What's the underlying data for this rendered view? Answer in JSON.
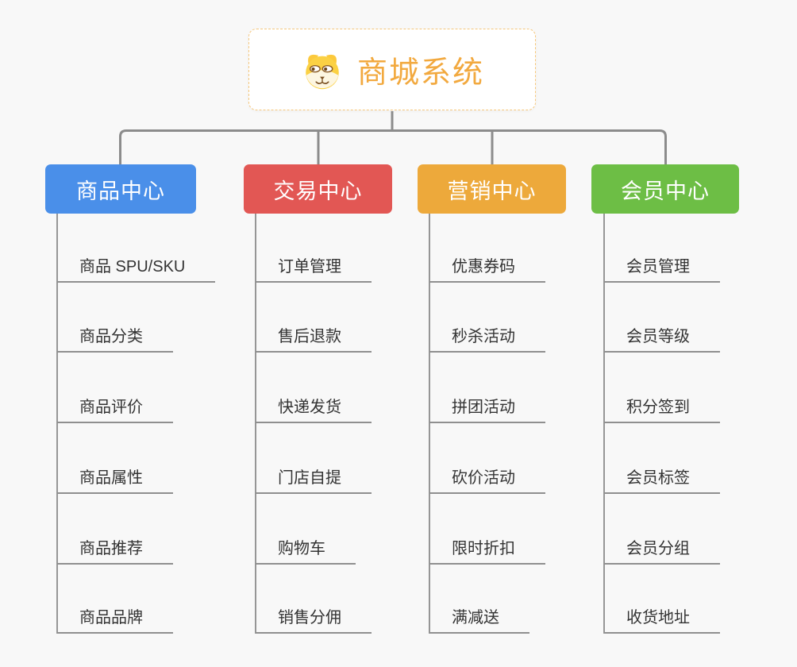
{
  "root": {
    "title": "商城系统",
    "title_color": "#f2a93f",
    "border_color": "#f6c87d",
    "icon": "dog-face-icon"
  },
  "branches": [
    {
      "label": "商品中心",
      "color": "#4a8fe9",
      "items": [
        "商品 SPU/SKU",
        "商品分类",
        "商品评价",
        "商品属性",
        "商品推荐",
        "商品品牌"
      ]
    },
    {
      "label": "交易中心",
      "color": "#e25754",
      "items": [
        "订单管理",
        "售后退款",
        "快递发货",
        "门店自提",
        "购物车",
        "销售分佣"
      ]
    },
    {
      "label": "营销中心",
      "color": "#eda93b",
      "items": [
        "优惠券码",
        "秒杀活动",
        "拼团活动",
        "砍价活动",
        "限时折扣",
        "满减送"
      ]
    },
    {
      "label": "会员中心",
      "color": "#6dbe45",
      "items": [
        "会员管理",
        "会员等级",
        "积分签到",
        "会员标签",
        "会员分组",
        "收货地址"
      ]
    }
  ],
  "connector_color": "#8c8c8c",
  "line_color": "#8f8f8f",
  "background_color": "#f8f8f8",
  "item_text_color": "#333333"
}
